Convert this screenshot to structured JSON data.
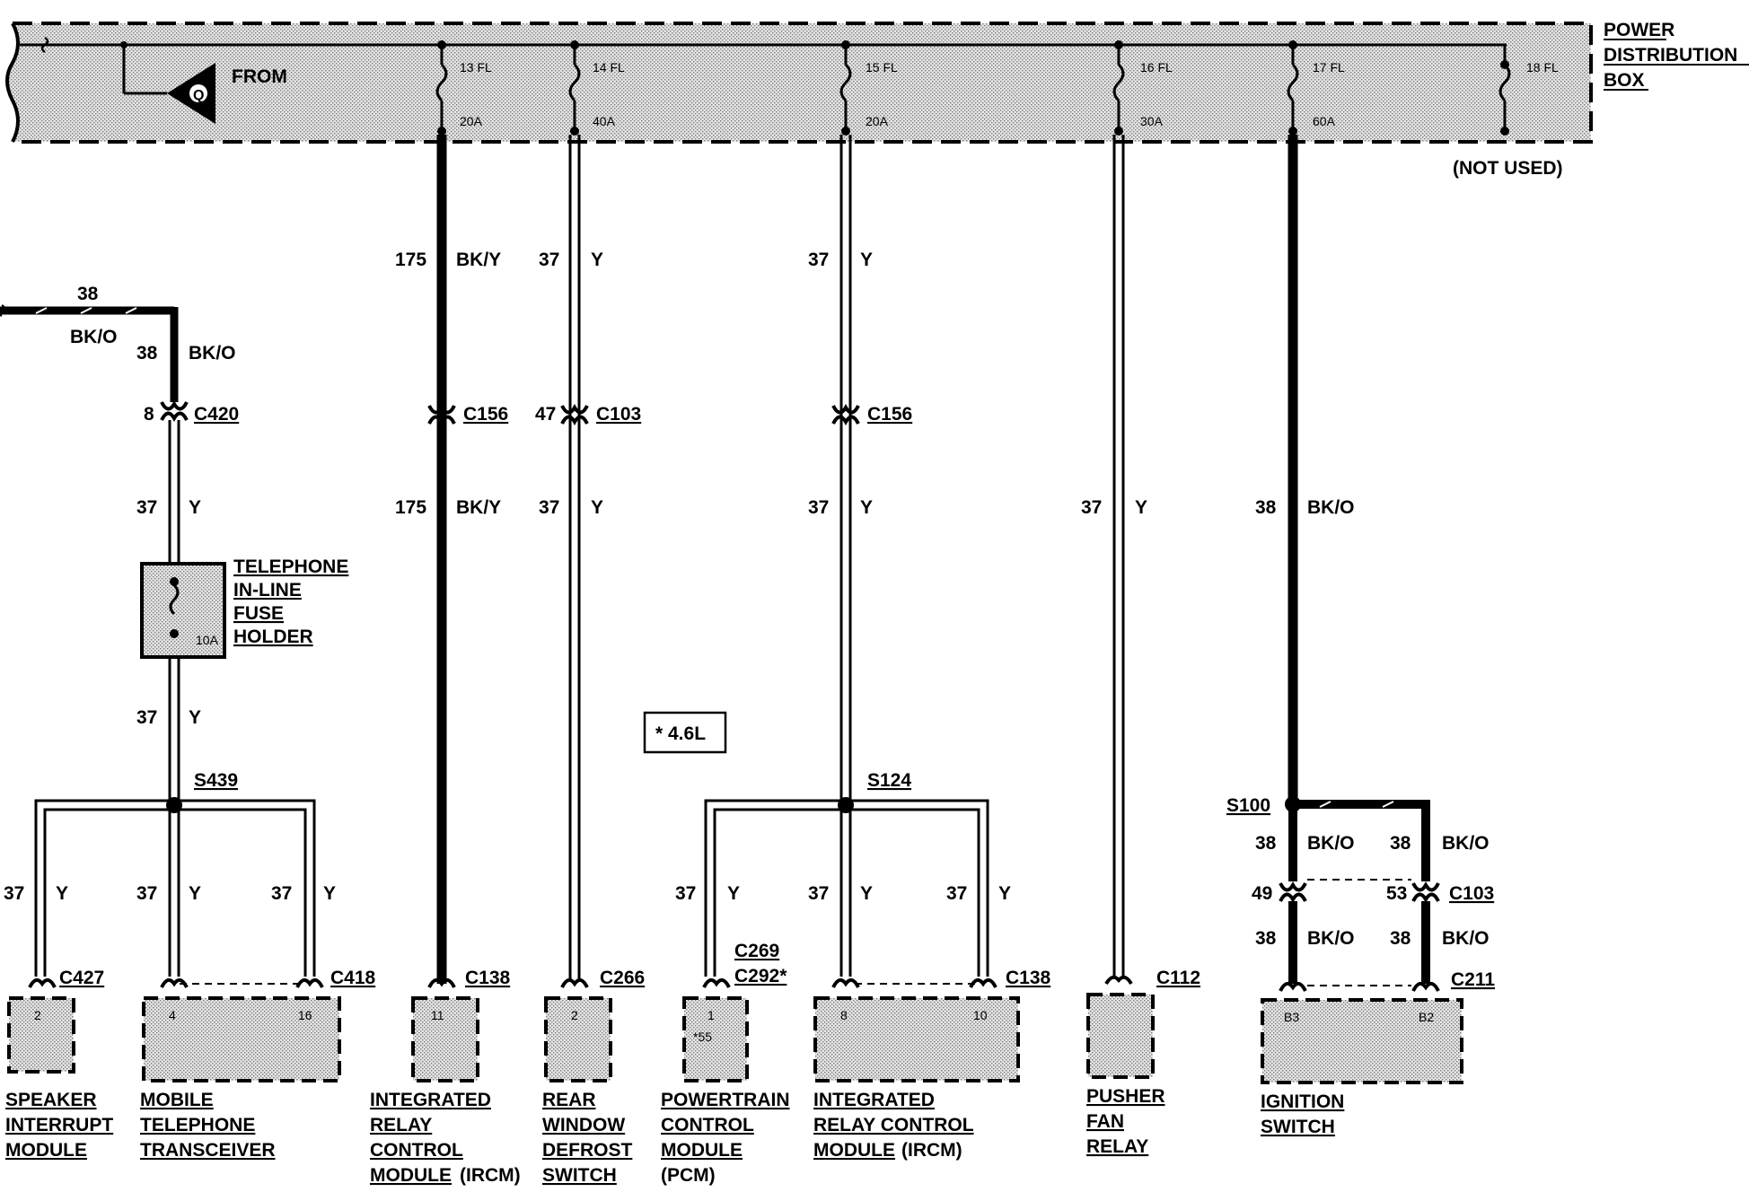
{
  "pdb": {
    "label_lines": [
      "POWER",
      "DISTRIBUTION",
      "BOX"
    ],
    "not_used": "(NOT USED)",
    "from_label": "FROM",
    "from_symbol": "Q",
    "fuses": [
      {
        "id": "13 FL",
        "amps": "20A"
      },
      {
        "id": "14 FL",
        "amps": "40A"
      },
      {
        "id": "15 FL",
        "amps": "20A"
      },
      {
        "id": "16 FL",
        "amps": "30A"
      },
      {
        "id": "17 FL",
        "amps": "60A"
      },
      {
        "id": "18 FL",
        "amps": ""
      }
    ]
  },
  "wires": {
    "c175": "175",
    "bky": "BK/Y",
    "c37": "37",
    "y": "Y",
    "c38": "38",
    "bko": "BK/O"
  },
  "connectors": {
    "c420": "C420",
    "c156": "C156",
    "c103": "C103",
    "c427": "C427",
    "c418": "C418",
    "c138": "C138",
    "c266": "C266",
    "c269": "C269",
    "c292": "C292*",
    "c112": "C112",
    "c211": "C211"
  },
  "pins": {
    "p8": "8",
    "p47": "47",
    "p49": "49",
    "p53": "53",
    "sim": "2",
    "mtt_a": "4",
    "mtt_b": "16",
    "ircm_a": "11",
    "rwd": "2",
    "pcm": "1",
    "pcm_sub": "*55",
    "ircm2_a": "8",
    "ircm2_b": "10",
    "ign_a": "B3",
    "ign_b": "B2"
  },
  "splices": {
    "s439": "S439",
    "s124": "S124",
    "s100": "S100"
  },
  "fuse_holder": {
    "lines": [
      "TELEPHONE",
      "IN-LINE",
      "FUSE",
      "HOLDER"
    ],
    "amps": "10A"
  },
  "note": "* 4.6L",
  "components": {
    "sim": [
      "SPEAKER",
      "INTERRUPT",
      "MODULE"
    ],
    "mtt": [
      "MOBILE",
      "TELEPHONE",
      "TRANSCEIVER"
    ],
    "ircm1": [
      "INTEGRATED",
      "RELAY",
      "CONTROL",
      "MODULE"
    ],
    "ircm1_suffix": "(IRCM)",
    "rwd": [
      "REAR",
      "WINDOW",
      "DEFROST",
      "SWITCH"
    ],
    "pcm": [
      "POWERTRAIN",
      "CONTROL",
      "MODULE",
      "(PCM)"
    ],
    "ircm2": [
      "INTEGRATED",
      "RELAY CONTROL",
      "MODULE"
    ],
    "ircm2_suffix": "(IRCM)",
    "pfr": [
      "PUSHER",
      "FAN",
      "RELAY"
    ],
    "ign": [
      "IGNITION",
      "SWITCH"
    ]
  }
}
